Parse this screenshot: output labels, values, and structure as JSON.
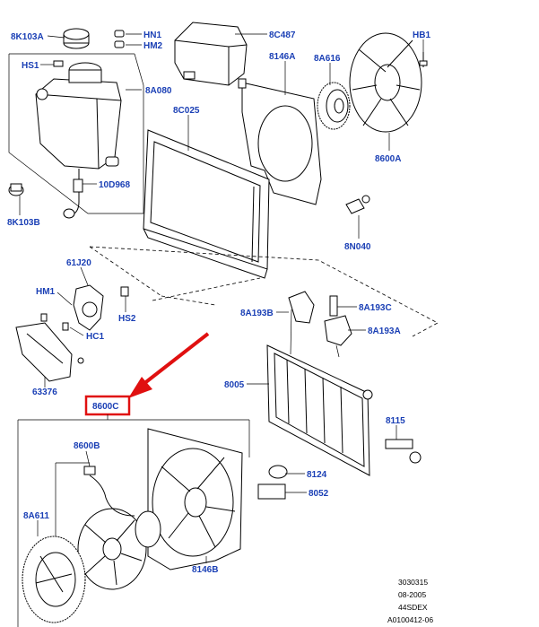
{
  "callouts": {
    "8K103A": "8K103A",
    "HN1": "HN1",
    "HM2": "HM2",
    "8C487": "8C487",
    "HB1": "HB1",
    "HS1": "HS1",
    "8A080": "8A080",
    "8146A": "8146A",
    "8A616": "8A616",
    "8C025": "8C025",
    "8600A": "8600A",
    "10D968": "10D968",
    "8K103B": "8K103B",
    "8N040": "8N040",
    "61J20": "61J20",
    "HM1": "HM1",
    "HS2": "HS2",
    "HC1": "HC1",
    "63376": "63376",
    "8A193B": "8A193B",
    "8A193C": "8A193C",
    "8A193A": "8A193A",
    "8005": "8005",
    "8600C": "8600C",
    "8115": "8115",
    "8600B": "8600B",
    "8124": "8124",
    "8052": "8052",
    "8A611": "8A611",
    "8146B": "8146B"
  },
  "footer": {
    "line1": "3030315",
    "line2": "08-2005",
    "line3": "44SDEX",
    "line4": "A0100412-06"
  },
  "colors": {
    "label": "#1a3fb5",
    "highlight_arrow": "#e01010",
    "highlight_box": "#e01010"
  }
}
